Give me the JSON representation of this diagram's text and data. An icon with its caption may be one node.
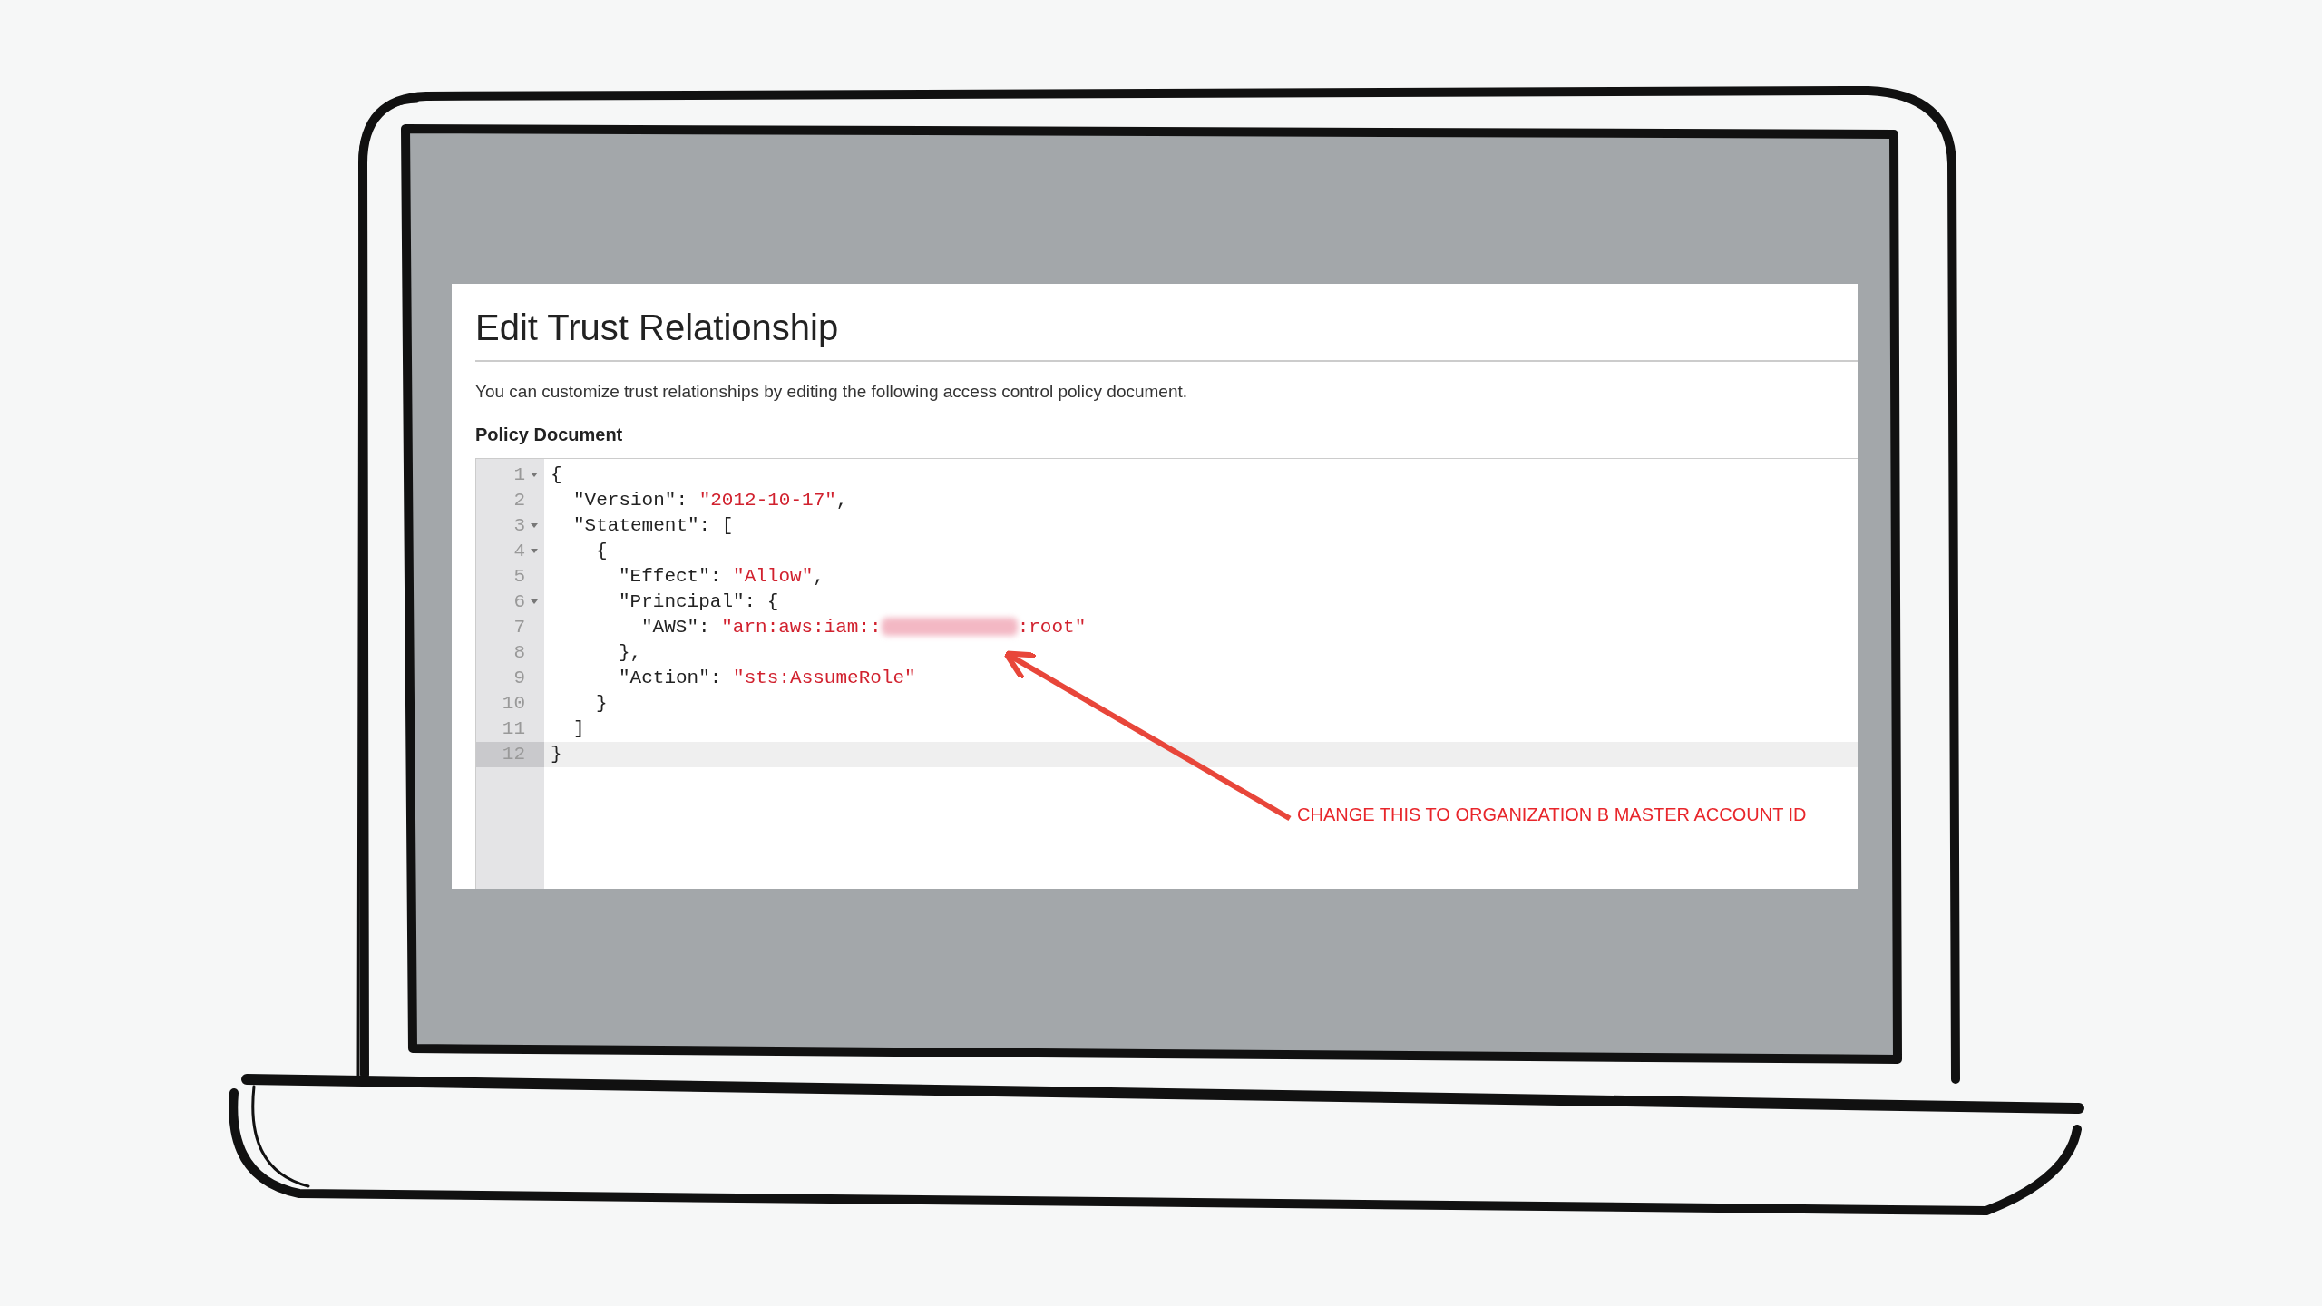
{
  "diagram": {
    "nodes": [
      {
        "text": [
          "CHANGE THIS TO ORGANIZATION B MASTER ACCOUNT ID"
        ]
      },
      {
        "text": [],
        "shape": "box"
      }
    ],
    "edges": [
      {
        "from": 0,
        "to": 1,
        "arrow": "to",
        "color": "#e8463a"
      }
    ],
    "labels": [
      "Edit Trust Relationship",
      "You can customize trust relationships by editing the following access control policy document.",
      "Policy Document",
      "1",
      "{",
      "2",
      "\"Version\": \"2012-10-17\",",
      "3",
      "\"Statement\": [",
      "4",
      "{",
      "5",
      "\"Effect\": \"Allow\",",
      "6",
      "\"Principal\": {",
      "7",
      "\"AWS\": \"arn:aws:iam::",
      ":root\"",
      "8",
      "},",
      "9",
      "\"Action\": \"sts:AssumeRole\"",
      "10",
      "}",
      "11",
      "]",
      "12",
      "}"
    ]
  }
}
